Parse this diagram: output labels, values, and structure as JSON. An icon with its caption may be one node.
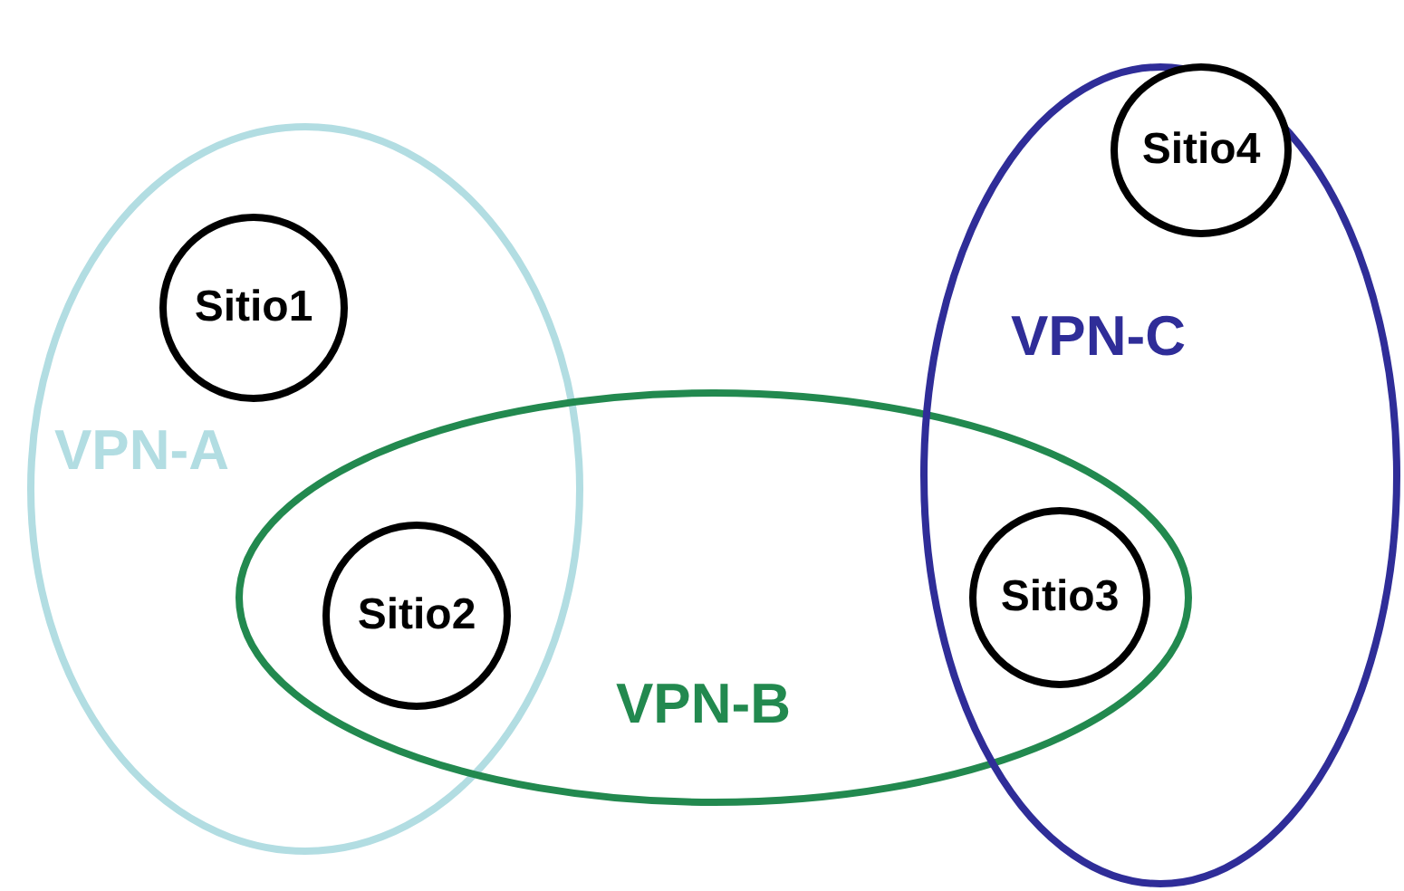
{
  "diagram": {
    "nodes": [
      {
        "text": [
          "VPN-A"
        ]
      },
      {
        "text": [
          "Sitio1"
        ],
        "in": 0
      },
      {
        "text": [
          "VPN-B"
        ]
      },
      {
        "text": [
          "Sitio2"
        ]
      },
      {
        "text": [
          "VPN-C"
        ]
      },
      {
        "text": [
          "Sitio4"
        ],
        "in": 4
      },
      {
        "text": [
          "Sitio3"
        ]
      }
    ],
    "edges": []
  }
}
